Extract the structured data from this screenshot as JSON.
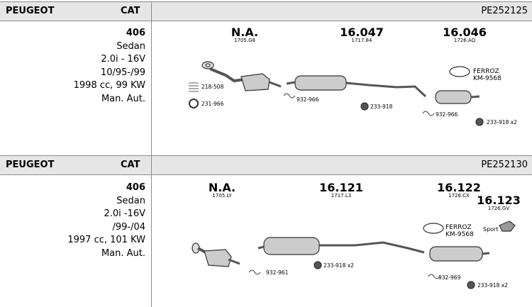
{
  "rows": [
    {
      "brand": "PEUGEOT",
      "cat": "CAT",
      "code": "PE252125",
      "vehicle": [
        "406",
        "Sedan",
        "2.0i - 16V",
        "10/95-/99",
        "1998 cc, 99 KW",
        "Man. Aut."
      ],
      "parts": [
        {
          "num": "N.A.",
          "sub": "1705.G8"
        },
        {
          "num": "16.047",
          "sub": "1717.84"
        },
        {
          "num": "16.046",
          "sub": "1726.AQ"
        }
      ],
      "accessories": [
        "218-508",
        "231-966",
        "932-966",
        "233-918",
        "932-966",
        "233-918 x2"
      ],
      "ferroz": [
        "FERROZ",
        "KM-9568"
      ]
    },
    {
      "brand": "PEUGEOT",
      "cat": "CAT",
      "code": "PE252130",
      "vehicle": [
        "406",
        "Sedan",
        "2.0i -16V",
        "/99-/04",
        "1997 cc, 101 KW",
        "Man. Aut."
      ],
      "parts": [
        {
          "num": "N.A.",
          "sub": "1705.LY"
        },
        {
          "num": "16.121",
          "sub": "1717.L3"
        },
        {
          "num": "16.122",
          "sub": "1726.CX"
        },
        {
          "num": "16.123",
          "sub": "1726.GV"
        }
      ],
      "accessories": [
        "932-961",
        "233-918 x2",
        "932-969",
        "233-918 x2"
      ],
      "ferroz": [
        "FERROZ",
        "KM-9568"
      ],
      "sport": "Sport"
    }
  ]
}
